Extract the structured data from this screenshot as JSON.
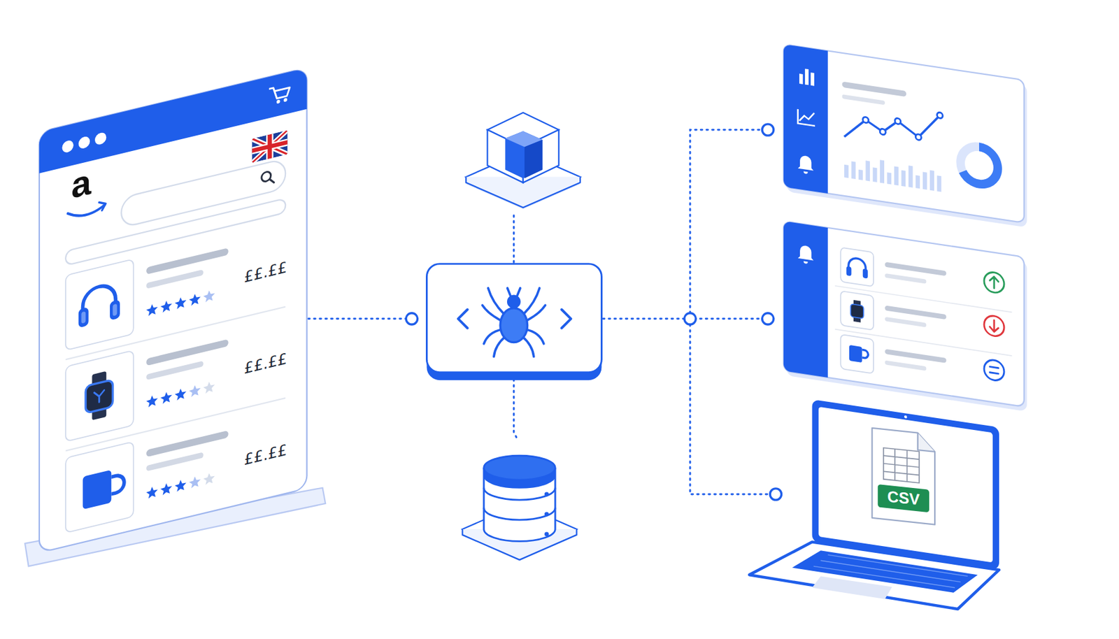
{
  "diagram": {
    "nodes": [
      {
        "text": [
          "a"
        ]
      },
      {
        "text": [
          "££.££"
        ],
        "in": 0
      },
      {
        "text": [
          "££.££"
        ],
        "in": 0
      },
      {
        "text": [
          "££.££"
        ],
        "in": 0
      },
      {
        "text": [
          "CSV"
        ]
      }
    ]
  }
}
